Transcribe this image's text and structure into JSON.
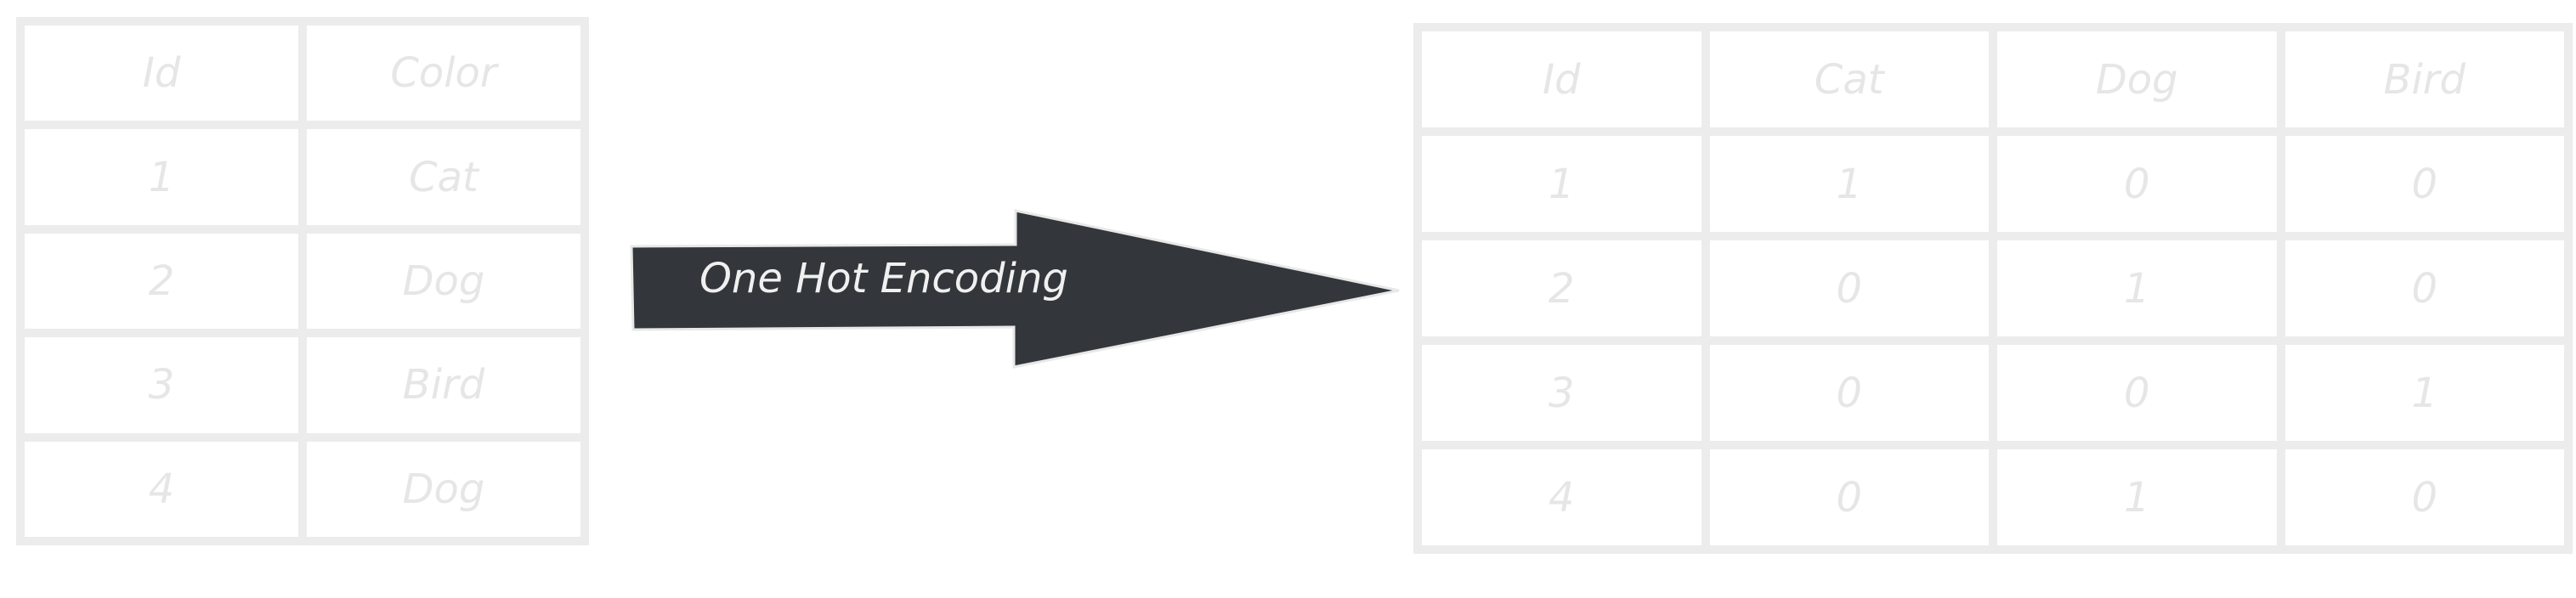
{
  "source_table": {
    "headers": [
      "Id",
      "Color"
    ],
    "rows": [
      {
        "id": "1",
        "color": "Cat"
      },
      {
        "id": "2",
        "color": "Dog"
      },
      {
        "id": "3",
        "color": "Bird"
      },
      {
        "id": "4",
        "color": "Dog"
      }
    ]
  },
  "arrow": {
    "label": "One Hot Encoding",
    "fill": "#33373b"
  },
  "encoded_table": {
    "headers": [
      "Id",
      "Cat",
      "Dog",
      "Bird"
    ],
    "rows": [
      [
        "1",
        "1",
        "0",
        "0"
      ],
      [
        "2",
        "0",
        "1",
        "0"
      ],
      [
        "3",
        "0",
        "0",
        "1"
      ],
      [
        "4",
        "0",
        "1",
        "0"
      ]
    ]
  },
  "colors": {
    "Cat": "#f86666",
    "Dog": "#6aa8e6",
    "Bird": "#4f9f5c",
    "grid": "#ececec",
    "muted_text": "#e6e6e6"
  }
}
